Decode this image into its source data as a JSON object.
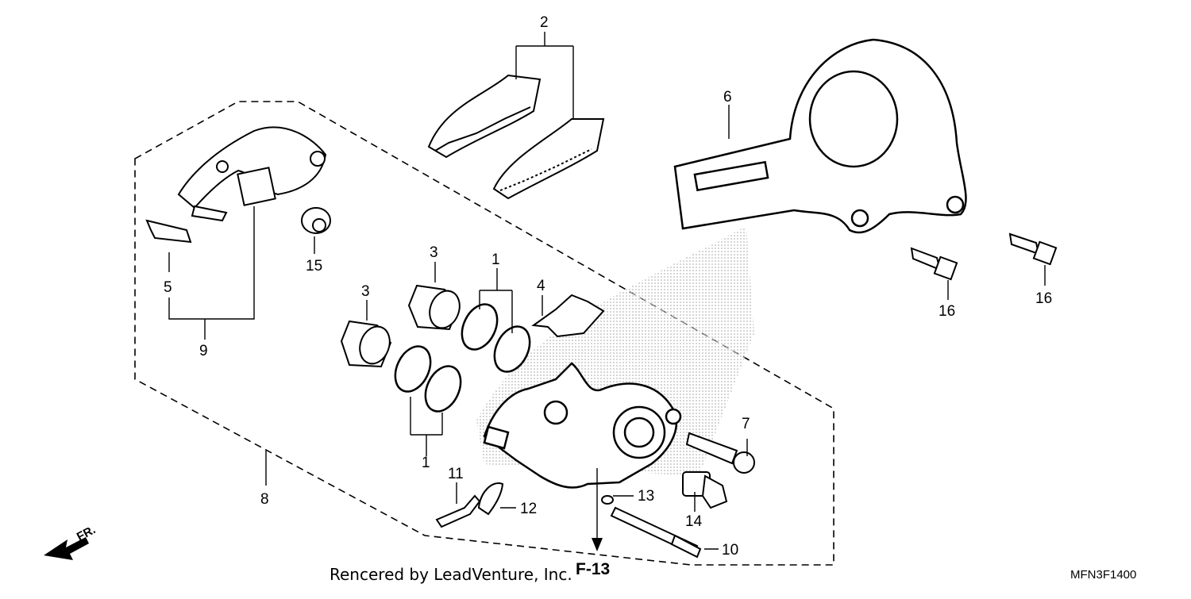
{
  "callouts": {
    "c1a": "1",
    "c1b": "1",
    "c2": "2",
    "c3a": "3",
    "c3b": "3",
    "c4": "4",
    "c5": "5",
    "c6": "6",
    "c7": "7",
    "c8": "8",
    "c9": "9",
    "c10": "10",
    "c11": "11",
    "c12": "12",
    "c13": "13",
    "c14": "14",
    "c15": "15",
    "c16a": "16",
    "c16b": "16"
  },
  "footer": {
    "credit": "Rencered by LeadVenture, Inc.",
    "ref": "F-13",
    "code": "MFN3F1400"
  },
  "direction": {
    "label": "FR."
  }
}
